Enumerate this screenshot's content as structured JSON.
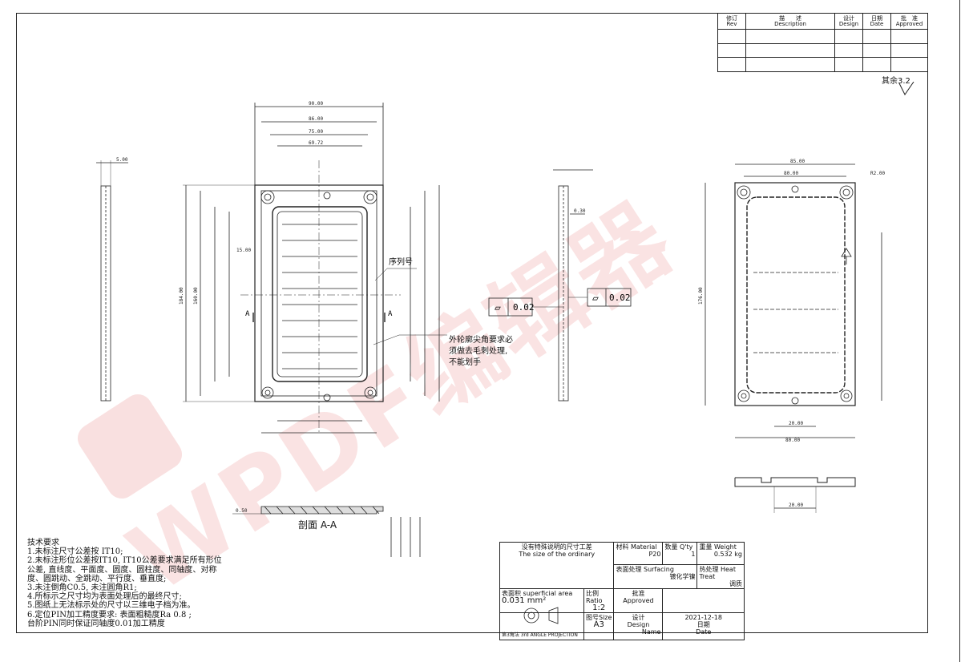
{
  "revision_table": {
    "headers": [
      {
        "cn": "修订",
        "en": "Rev"
      },
      {
        "cn": "描　　述",
        "en": "Description"
      },
      {
        "cn": "设计",
        "en": "Design"
      },
      {
        "cn": "日期",
        "en": "Date"
      },
      {
        "cn": "批　准",
        "en": "Approved"
      }
    ]
  },
  "roughness_note": "其余3.2",
  "views": {
    "front_title_label": "序列号",
    "callout_note": [
      "外轮廓尖角要求必",
      "须做去毛刺处理,",
      "不能划手"
    ],
    "flatness_symbol": "▱",
    "flatness_value": "0.02",
    "section_label": "剖面 A-A",
    "section_marker": "A"
  },
  "dimensions": {
    "front_top_1": "90.00",
    "front_top_2": "86.00",
    "front_top_3": "75.00",
    "front_top_4": "69.72",
    "front_left_1": "184.00",
    "front_left_2": "160.00",
    "front_side": "15.00",
    "right_top_1": "85.00",
    "right_top_2": "80.00",
    "right_left": "176.00",
    "right_bottom_1": "20.00",
    "right_bottom_2": "80.00",
    "right_hole": "R2.00",
    "side_top": "5.00",
    "side_dim": "0.30",
    "section_dim": "0.50",
    "bottom_width": "20.00"
  },
  "tech_requirements": {
    "title": "技术要求",
    "items": [
      "1.未标注尺寸公差按 IT10;",
      "2.未标注形位公差按IT10, IT10公差要求满足所有形位",
      "公差, 直线度、平面度、圆度、圆柱度、同轴度、对称",
      "度、圆跳动、全跳动、平行度、垂直度;",
      "3.未注倒角C0.5, 未注圆角R1;",
      "4.所标示之尺寸均为表面处理后的最终尺寸;",
      "5.图纸上无法标示处的尺寸以三维电子档为准。",
      "6.定位PIN加工精度要求: 表面粗糙度Ra 0.8 ;",
      "台阶PIN同时保证同轴度0.01加工精度"
    ]
  },
  "title_block": {
    "tolerance_cn": "没有特殊说明的尺寸工差",
    "tolerance_en": "The size of the ordinary",
    "material_label": "材料 Material",
    "material_value": "P20",
    "qty_label": "数量 Q'ty",
    "qty_value": "1",
    "weight_label": "重量 Weight",
    "weight_value": "0.532 kg",
    "surfacing_label": "表面处理 Surfacing",
    "surfacing_value": "镀化学镍",
    "heat_label": "热处理 Heat Treat",
    "heat_value": "调质",
    "area_label": "表面积 superficial area",
    "area_value": "0.031 mm²",
    "ratio_label": "比例 Ratio",
    "ratio_value": "1:2",
    "approved_label": "批准",
    "approved_en": "Approved",
    "size_label": "图号Size",
    "size_value": "A3",
    "design_label": "设计",
    "design_en": "Design",
    "name_label": "Name",
    "date_value": "2021-12-18",
    "date_label": "日期",
    "date_en": "Date",
    "projection_label": "第3角法 3rd ANGLE PROJECTION"
  },
  "watermark": "WPDF编辑器",
  "colors": {
    "line": "#222222",
    "watermark": "#dc3c3c"
  }
}
